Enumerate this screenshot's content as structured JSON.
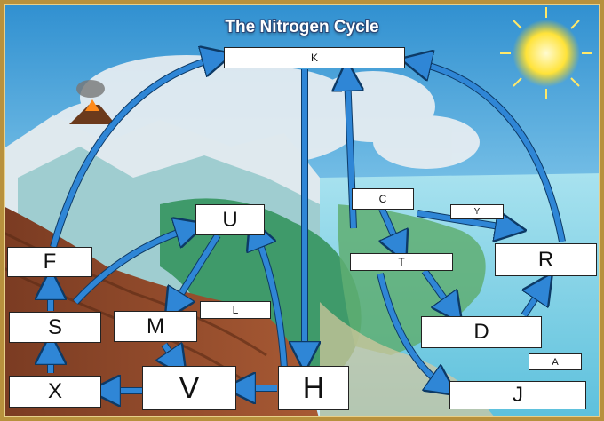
{
  "title": "The Nitrogen Cycle",
  "labels": {
    "K": "K",
    "C": "C",
    "Y": "Y",
    "U": "U",
    "F": "F",
    "T": "T",
    "R": "R",
    "L": "L",
    "S": "S",
    "M": "M",
    "D": "D",
    "A": "A",
    "X": "X",
    "V": "V",
    "H": "H",
    "J": "J"
  },
  "colors": {
    "arrow": "#2f86d6",
    "frame": "#b8913d",
    "sky": "#4aa6d9",
    "sea": "#7fcfe3",
    "soil": "#8b4a2a"
  }
}
